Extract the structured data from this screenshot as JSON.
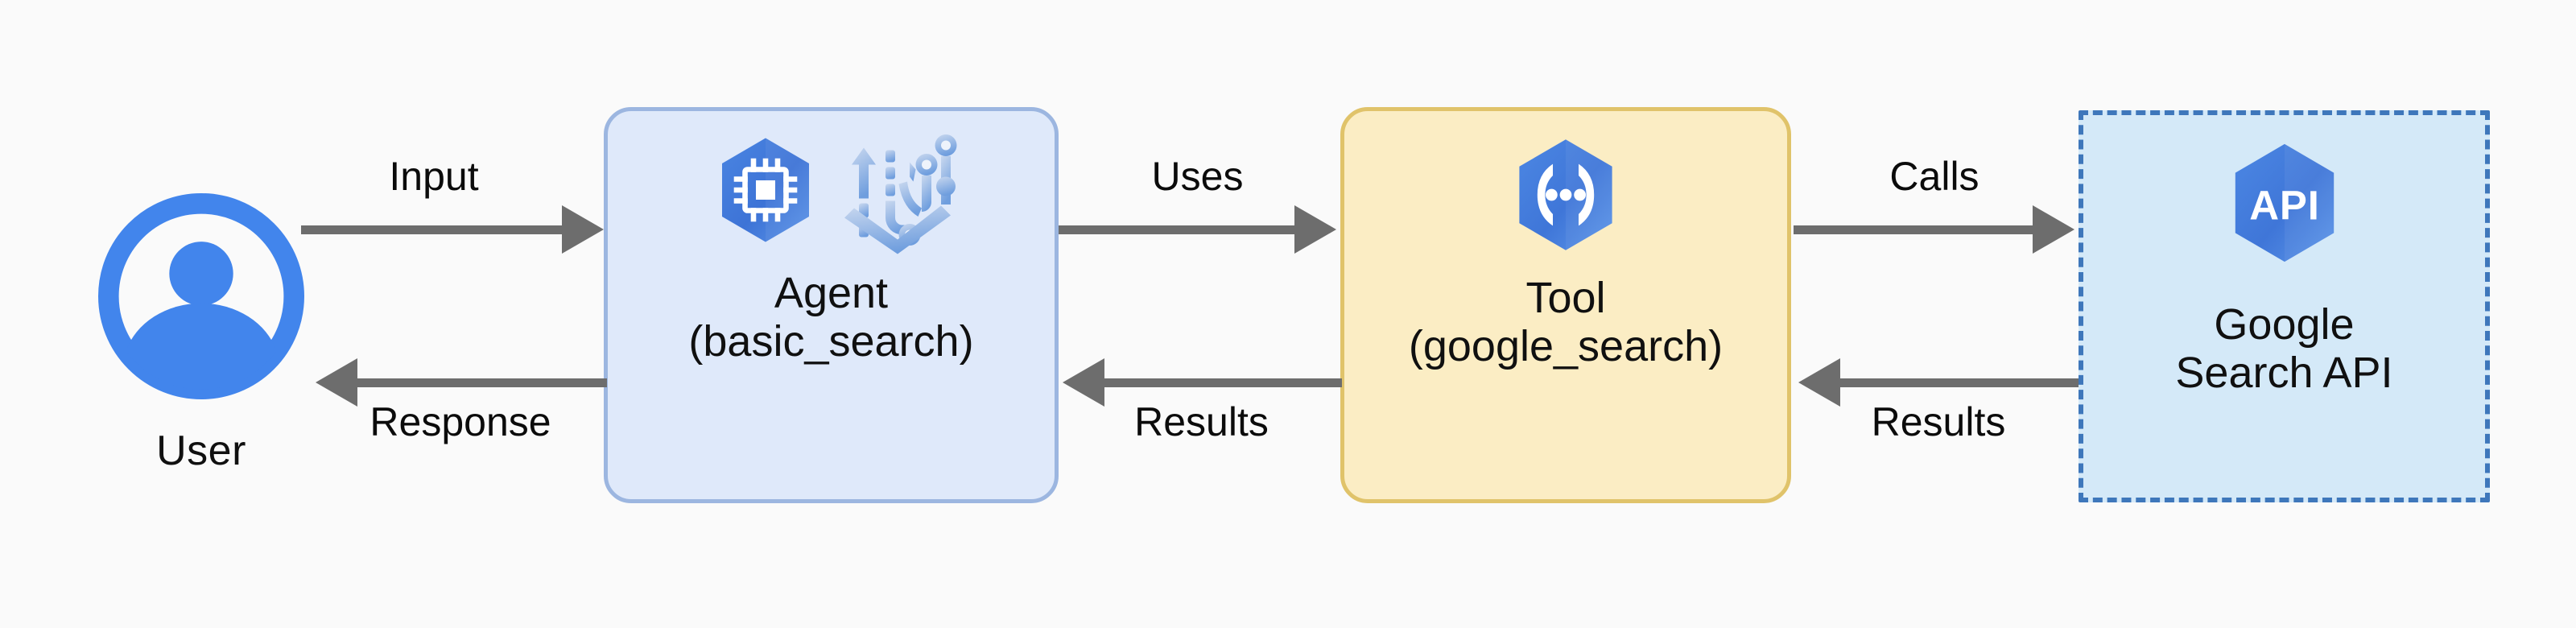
{
  "diagram": {
    "background_color": "#fafafa",
    "accent_blue": "#4285ec",
    "arrow_color": "#6d6d6d"
  },
  "nodes": [
    {
      "id": "user",
      "label": "User",
      "icon": "user-avatar-icon",
      "shape": "circle",
      "fill": "#ffffff",
      "stroke": "#4285ec"
    },
    {
      "id": "agent",
      "title_line1": "Agent",
      "title_line2": "(basic_search)",
      "icons": [
        "cpu-hexagon-icon",
        "agent-workflow-icon"
      ],
      "shape": "rounded-rect",
      "fill": "#dfe9fa",
      "stroke": "#9cb6e0",
      "stroke_style": "solid"
    },
    {
      "id": "tool",
      "title_line1": "Tool",
      "title_line2": "(google_search)",
      "icons": [
        "code-braces-hexagon-icon"
      ],
      "shape": "rounded-rect",
      "fill": "#fbedc4",
      "stroke": "#e0c36a",
      "stroke_style": "solid"
    },
    {
      "id": "api",
      "title_line1": "Google",
      "title_line2": "Search API",
      "icons": [
        "api-hexagon-icon"
      ],
      "icon_text": "API",
      "shape": "rect",
      "fill": "#d4e9f8",
      "stroke": "#3e77bb",
      "stroke_style": "dashed"
    }
  ],
  "edges": [
    {
      "id": "user-to-agent",
      "label": "Input",
      "from": "user",
      "to": "agent",
      "direction": "right"
    },
    {
      "id": "agent-to-user",
      "label": "Response",
      "from": "agent",
      "to": "user",
      "direction": "left"
    },
    {
      "id": "agent-to-tool",
      "label": "Uses",
      "from": "agent",
      "to": "tool",
      "direction": "right"
    },
    {
      "id": "tool-to-agent",
      "label": "Results",
      "from": "tool",
      "to": "agent",
      "direction": "left"
    },
    {
      "id": "tool-to-api",
      "label": "Calls",
      "from": "tool",
      "to": "api",
      "direction": "right"
    },
    {
      "id": "api-to-tool",
      "label": "Results",
      "from": "api",
      "to": "tool",
      "direction": "left"
    }
  ]
}
